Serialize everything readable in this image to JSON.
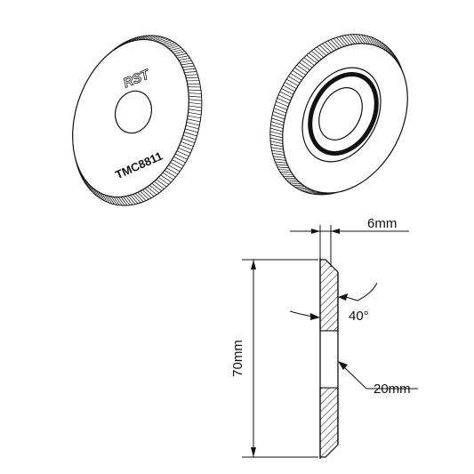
{
  "drawing": {
    "brand": "RST",
    "model": "TMC8811",
    "dimensions": {
      "thickness": "6mm",
      "angle": "40°",
      "diameter": "70mm",
      "bore": "20mm"
    }
  }
}
